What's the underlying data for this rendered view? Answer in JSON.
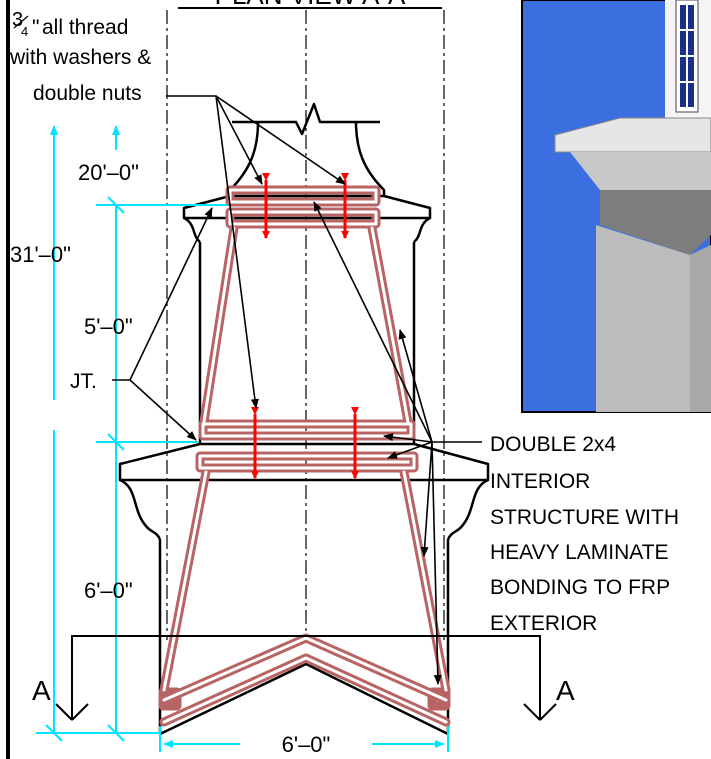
{
  "header": {
    "title": "PLAN VIEW A-A"
  },
  "notes": {
    "thread_1": "all thread",
    "thread_fraction_num": "3",
    "thread_fraction_den": "4",
    "thread_inch": "\"",
    "thread_2": "with washers &",
    "thread_3": "double nuts",
    "joint": "JT.",
    "structure": [
      "DOUBLE 2x4",
      "INTERIOR",
      "STRUCTURE WITH",
      "HEAVY LAMINATE",
      "BONDING TO FRP",
      "EXTERIOR"
    ]
  },
  "dimensions": {
    "overall_height": "31'–0\"",
    "top_height": "20'–0\"",
    "middle_height": "5'–0\"",
    "lower_height": "6'–0\"",
    "base_width": "6'–0\""
  },
  "section_marks": {
    "left": "A",
    "right": "A"
  },
  "colors": {
    "dimension": "#00e5ff",
    "framing": "#b86464",
    "framing_inner": "#ffffff",
    "rod": "#ff0000",
    "sky": "#3b6fe0"
  }
}
